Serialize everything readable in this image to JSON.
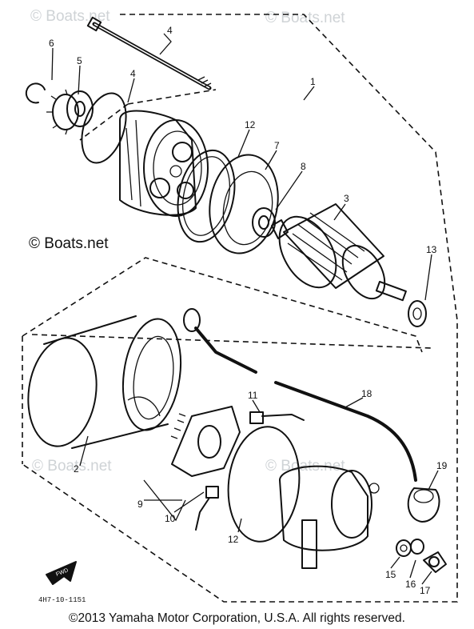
{
  "watermarks": {
    "top_left": "© Boats.net",
    "top_right": "© Boats.net",
    "mid_left": "© Boats.net",
    "lower_left": "© Boats.net",
    "lower_right": "© Boats.net"
  },
  "callouts": {
    "c1": "1",
    "c2": "2",
    "c3": "3",
    "c4a": "4",
    "c4b": "4",
    "c5": "5",
    "c6": "6",
    "c7": "7",
    "c8": "8",
    "c9": "9",
    "c10": "10",
    "c11": "11",
    "c12a": "12",
    "c12b": "12",
    "c13": "13",
    "c15": "15",
    "c16": "16",
    "c17": "17",
    "c18": "18",
    "c19": "19"
  },
  "front_marker": "FWD",
  "drawing_code": "4H7-10-1151",
  "copyright": "©2013 Yamaha Motor Corporation, U.S.A. All rights reserved."
}
